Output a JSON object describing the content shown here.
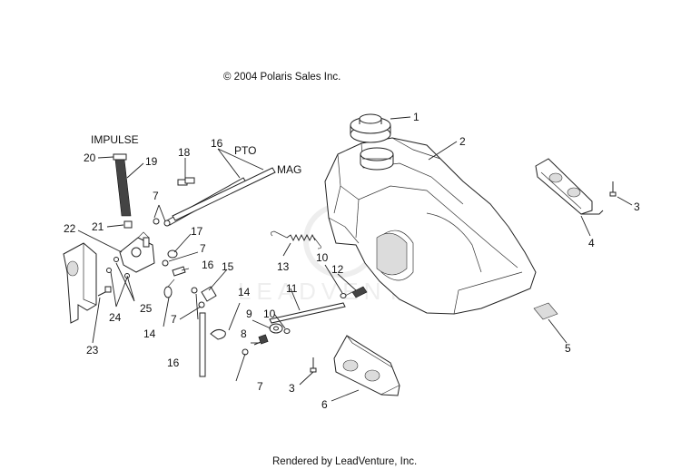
{
  "copyright": "© 2004 Polaris Sales Inc.",
  "footer": "Rendered by LeadVenture, Inc.",
  "watermark": "LEADVENTURE",
  "text_labels": {
    "impulse": "IMPULSE",
    "pto": "PTO",
    "mag": "MAG"
  },
  "callouts": [
    {
      "id": "c1",
      "text": "1"
    },
    {
      "id": "c2",
      "text": "2"
    },
    {
      "id": "c3a",
      "text": "3"
    },
    {
      "id": "c3b",
      "text": "3"
    },
    {
      "id": "c4",
      "text": "4"
    },
    {
      "id": "c5",
      "text": "5"
    },
    {
      "id": "c6",
      "text": "6"
    },
    {
      "id": "c7a",
      "text": "7"
    },
    {
      "id": "c7b",
      "text": "7"
    },
    {
      "id": "c7c",
      "text": "7"
    },
    {
      "id": "c7d",
      "text": "7"
    },
    {
      "id": "c8",
      "text": "8"
    },
    {
      "id": "c9",
      "text": "9"
    },
    {
      "id": "c10a",
      "text": "10"
    },
    {
      "id": "c10b",
      "text": "10"
    },
    {
      "id": "c11",
      "text": "11"
    },
    {
      "id": "c12",
      "text": "12"
    },
    {
      "id": "c13",
      "text": "13"
    },
    {
      "id": "c14a",
      "text": "14"
    },
    {
      "id": "c14b",
      "text": "14"
    },
    {
      "id": "c15",
      "text": "15"
    },
    {
      "id": "c16a",
      "text": "16"
    },
    {
      "id": "c16b",
      "text": "16"
    },
    {
      "id": "c16c",
      "text": "16"
    },
    {
      "id": "c17",
      "text": "17"
    },
    {
      "id": "c18",
      "text": "18"
    },
    {
      "id": "c19",
      "text": "19"
    },
    {
      "id": "c20",
      "text": "20"
    },
    {
      "id": "c21",
      "text": "21"
    },
    {
      "id": "c22",
      "text": "22"
    },
    {
      "id": "c23",
      "text": "23"
    },
    {
      "id": "c24",
      "text": "24"
    },
    {
      "id": "c25",
      "text": "25"
    }
  ]
}
